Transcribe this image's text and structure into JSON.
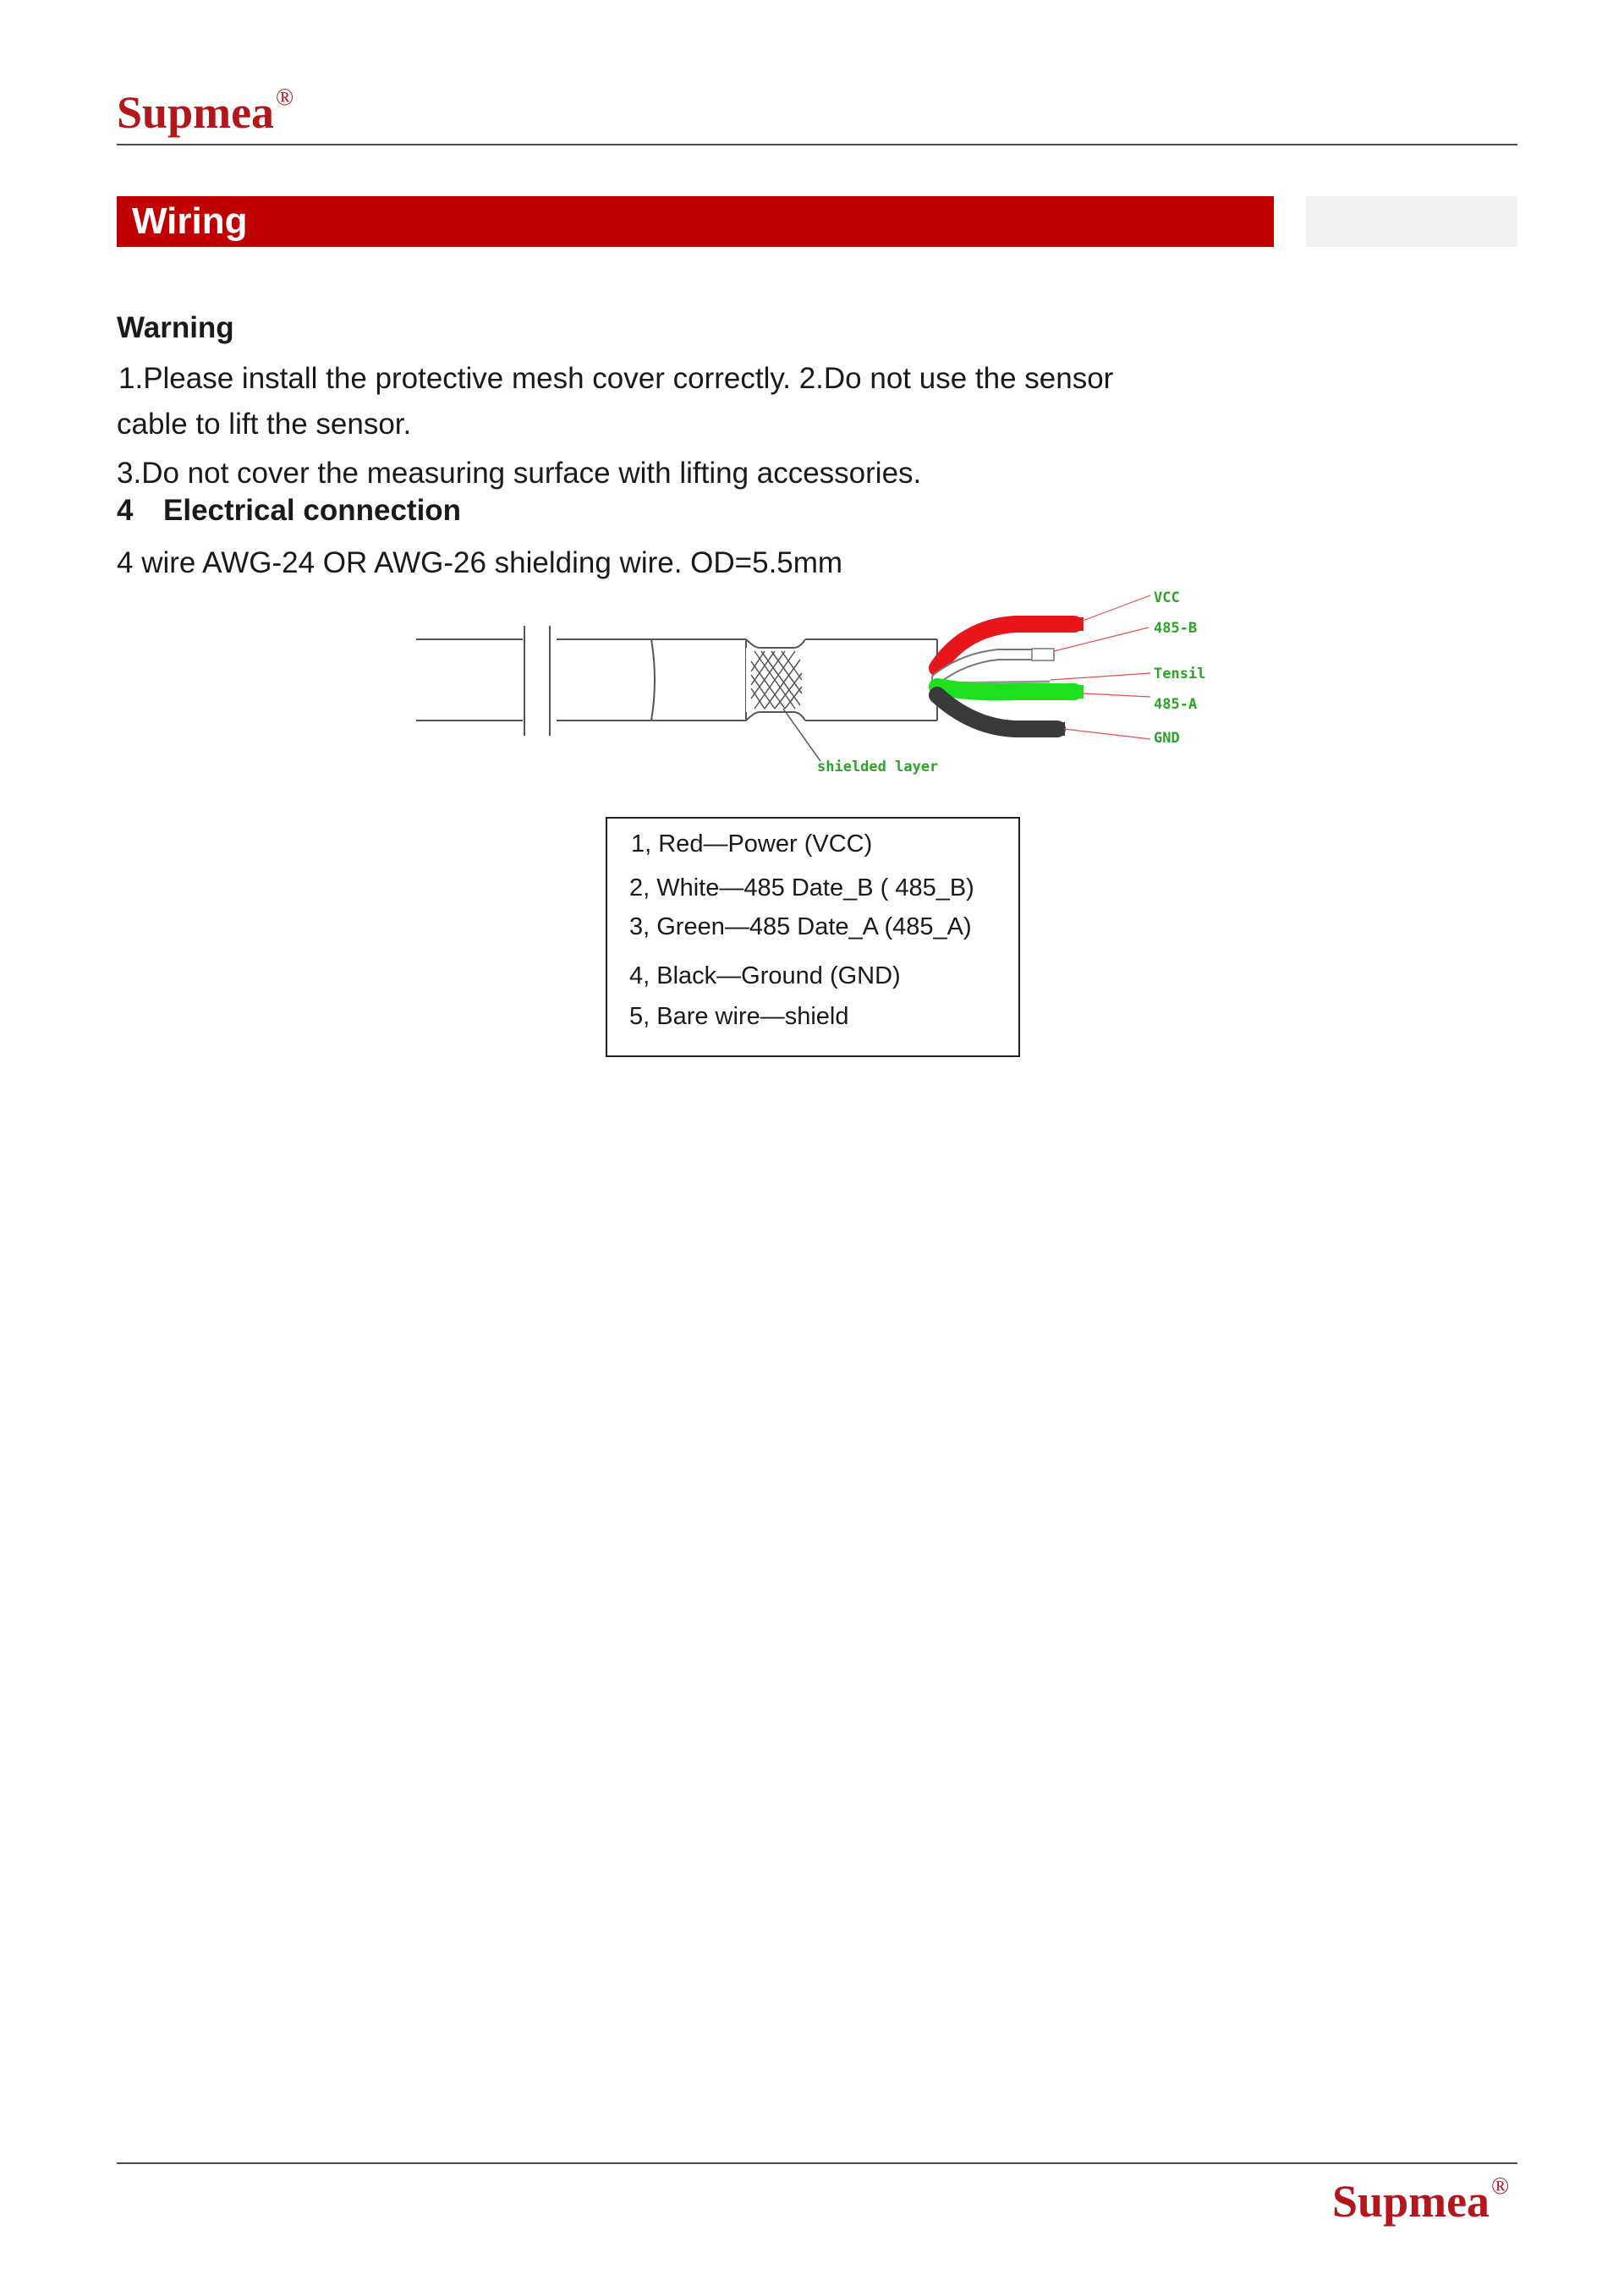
{
  "header": {
    "logo_text": "Supmea",
    "registered_mark": "®"
  },
  "footer": {
    "logo_text": "Supmea",
    "registered_mark": "®"
  },
  "section": {
    "title": "Wiring"
  },
  "warning": {
    "title": "Warning",
    "line_1a": "1.Please install the protective mesh cover correctly. 2.Do not use the sensor",
    "line_1b": "cable to lift the sensor.",
    "line_3": "3.Do not cover the measuring surface with lifting accessories."
  },
  "electrical": {
    "number": "4",
    "title": "Electrical connection",
    "spec": "4 wire AWG-24 OR AWG-26 shielding wire. OD=5.5mm"
  },
  "diagram": {
    "labels": {
      "vcc": "VCC",
      "b485": "485-B",
      "tensil": "Tensil",
      "a485": "485-A",
      "gnd": "GND",
      "shielded": "shielded layer"
    },
    "colors": {
      "red": "#e8151b",
      "green": "#1ee01e",
      "black": "#3a3a3a",
      "label": "#2aa52a"
    }
  },
  "legend": {
    "items": [
      "1, Red—Power (VCC)",
      "2, White—485 Date_B ( 485_B)",
      "3, Green—485 Date_A (485_A)",
      "4, Black—Ground (GND)",
      "5, Bare wire—shield"
    ]
  },
  "colors": {
    "brand": "#b3171c",
    "section_bar": "#c00000"
  }
}
